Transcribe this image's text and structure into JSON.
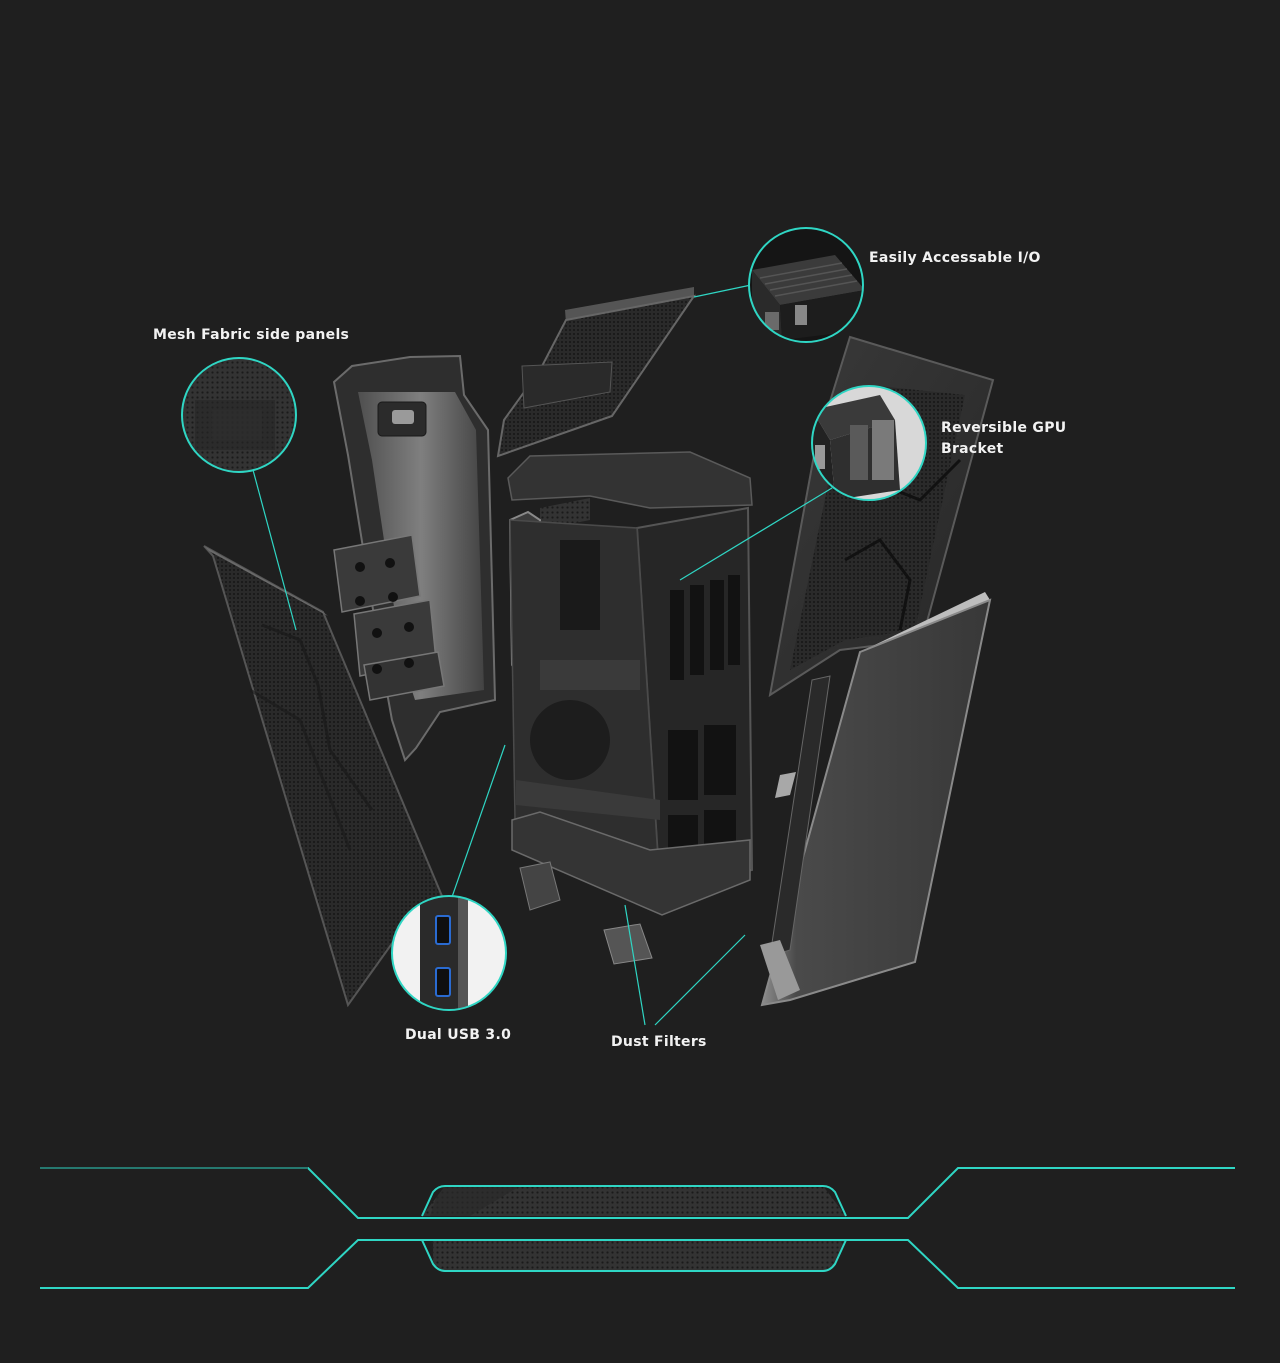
{
  "callouts": {
    "mesh": "Mesh Fabric side panels",
    "io": "Easily Accessable I/O",
    "gpu_line1": "Reversible GPU",
    "gpu_line2": "Bracket",
    "usb": "Dual USB 3.0",
    "dust": "Dust Filters"
  },
  "colors": {
    "background": "#1f1f1f",
    "accent_teal": "#2fd6c4",
    "panel_dark": "#2b2b2b",
    "panel_mid": "#3c3c3c",
    "panel_light": "#8a8a8a",
    "label_text": "#f2f2f2"
  },
  "icons": [
    "usb-port-icon",
    "usb-port-icon"
  ]
}
